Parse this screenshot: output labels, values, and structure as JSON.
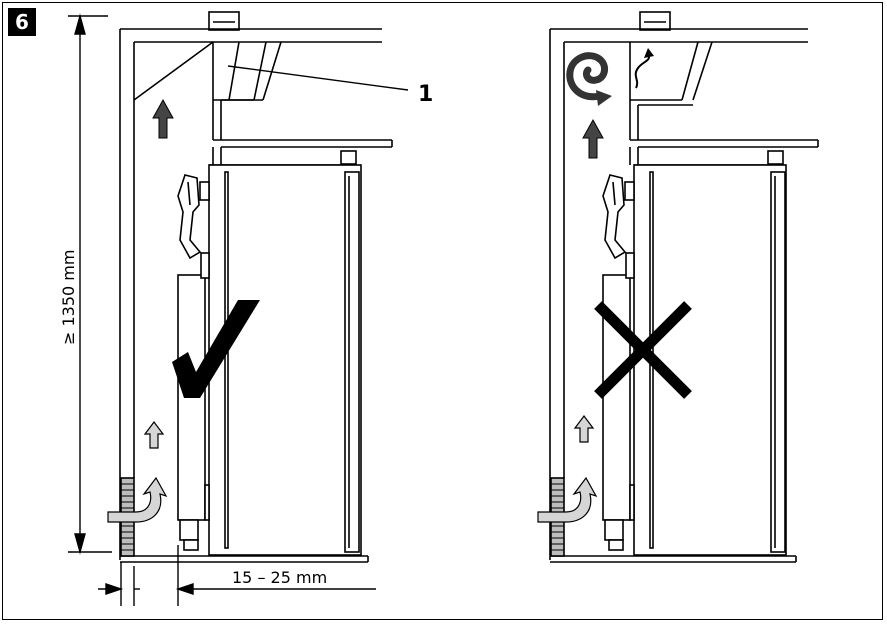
{
  "figure": {
    "number": "6",
    "callout": "1",
    "height_dimension": "≥ 1350 mm",
    "gap_dimension": "15 – 25 mm"
  },
  "panels": [
    {
      "id": "correct-installation",
      "verdict": "check"
    },
    {
      "id": "incorrect-installation",
      "verdict": "cross"
    }
  ],
  "colors": {
    "line": "#000000",
    "arrow_dark": "#444444",
    "arrow_light": "#d6d6d6",
    "vent_fill": "#bdbdbd"
  }
}
